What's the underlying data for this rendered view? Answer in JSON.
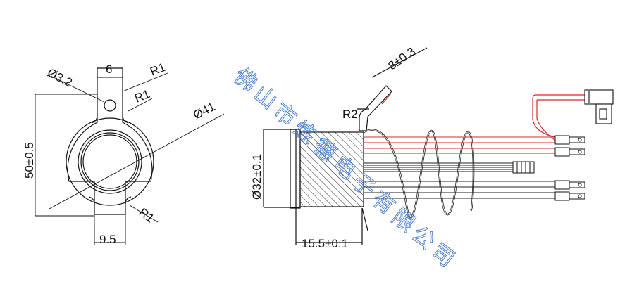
{
  "left_view": {
    "dims": {
      "hole": "Ø3.2",
      "tab_width": "6",
      "radius_top_outer": "R1",
      "radius_top_inner": "R1",
      "outer_diameter": "Ø41",
      "height": "50±0.5",
      "radius_bottom": "R1",
      "bottom_width": "9.5"
    }
  },
  "right_view": {
    "dims": {
      "bracket_length": "8±0.3",
      "bend_radius": "R2",
      "inner_diameter": "Ø32±0.1",
      "thickness": "15.5±0.1"
    }
  },
  "watermark": "佛山市炼德电子有限公司",
  "colors": {
    "line": "#111111",
    "wire_red": "#d62828",
    "watermark": "#4a7fd0"
  }
}
